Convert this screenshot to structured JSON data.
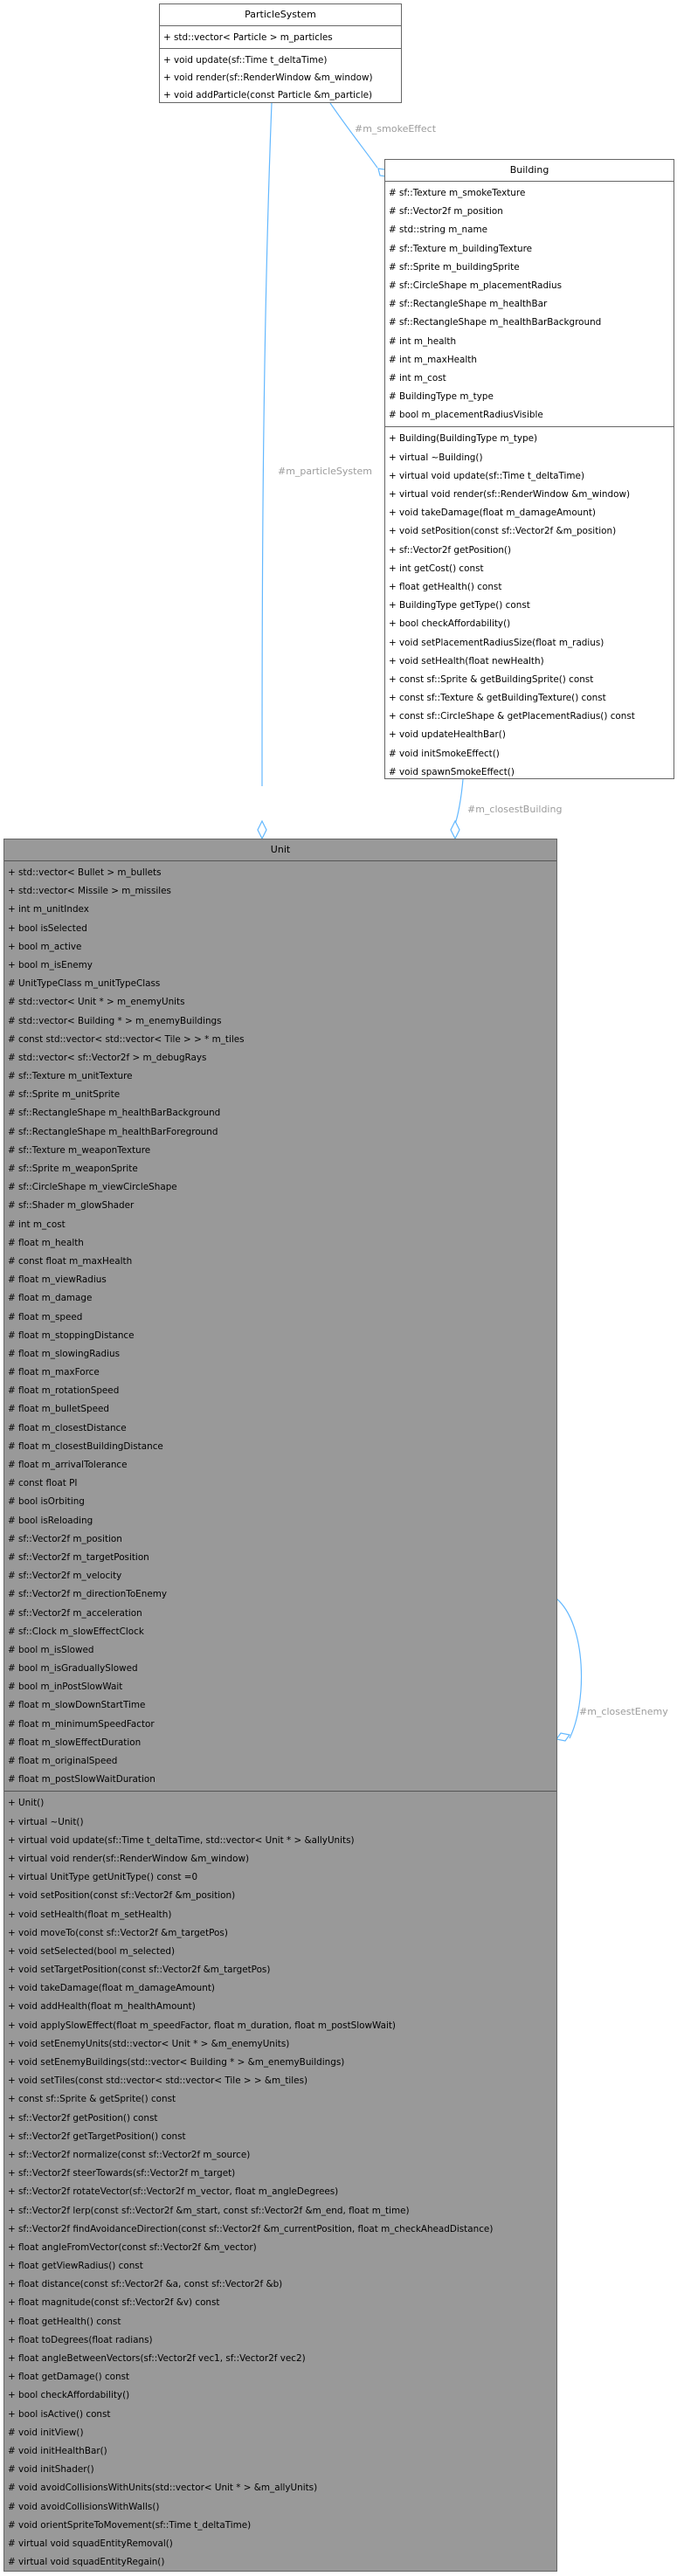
{
  "particle_system": {
    "name": "ParticleSystem",
    "attributes": [
      "+ std::vector< Particle > m_particles"
    ],
    "operations": [
      "+ void update(sf::Time t_deltaTime)",
      "+ void render(sf::RenderWindow &m_window)",
      "+ void addParticle(const Particle &m_particle)"
    ]
  },
  "building": {
    "name": "Building",
    "attributes": [
      "# sf::Texture m_smokeTexture",
      "# sf::Vector2f m_position",
      "# std::string m_name",
      "# sf::Texture m_buildingTexture",
      "# sf::Sprite m_buildingSprite",
      "# sf::CircleShape m_placementRadius",
      "# sf::RectangleShape m_healthBar",
      "# sf::RectangleShape m_healthBarBackground",
      "# int m_health",
      "# int m_maxHealth",
      "# int m_cost",
      "# BuildingType m_type",
      "# bool m_placementRadiusVisible"
    ],
    "operations": [
      "+ Building(BuildingType m_type)",
      "+ virtual ~Building()",
      "+ virtual void update(sf::Time t_deltaTime)",
      "+ virtual void render(sf::RenderWindow &m_window)",
      "+ void takeDamage(float m_damageAmount)",
      "+ void setPosition(const sf::Vector2f &m_position)",
      "+ sf::Vector2f getPosition()",
      "+ int getCost() const",
      "+ float getHealth() const",
      "+ BuildingType getType() const",
      "+ bool checkAffordability()",
      "+ void setPlacementRadiusSize(float m_radius)",
      "+ void setHealth(float newHealth)",
      "+ const sf::Sprite & getBuildingSprite() const",
      "+ const sf::Texture & getBuildingTexture() const",
      "+ const sf::CircleShape & getPlacementRadius() const",
      "+ void updateHealthBar()",
      "# void initSmokeEffect()",
      "# void spawnSmokeEffect()"
    ]
  },
  "unit": {
    "name": "Unit",
    "attributes": [
      "+ std::vector< Bullet > m_bullets",
      "+ std::vector< Missile > m_missiles",
      "+ int m_unitIndex",
      "+ bool isSelected",
      "+ bool m_active",
      "+ bool m_isEnemy",
      "# UnitTypeClass m_unitTypeClass",
      "# std::vector< Unit * > m_enemyUnits",
      "# std::vector< Building * > m_enemyBuildings",
      "# const std::vector< std::vector< Tile > > * m_tiles",
      "# std::vector< sf::Vector2f > m_debugRays",
      "# sf::Texture m_unitTexture",
      "# sf::Sprite m_unitSprite",
      "# sf::RectangleShape m_healthBarBackground",
      "# sf::RectangleShape m_healthBarForeground",
      "# sf::Texture m_weaponTexture",
      "# sf::Sprite m_weaponSprite",
      "# sf::CircleShape m_viewCircleShape",
      "# sf::Shader m_glowShader",
      "# int m_cost",
      "# float m_health",
      "# const float m_maxHealth",
      "# float m_viewRadius",
      "# float m_damage",
      "# float m_speed",
      "# float m_stoppingDistance",
      "# float m_slowingRadius",
      "# float m_maxForce",
      "# float m_rotationSpeed",
      "# float m_bulletSpeed",
      "# float m_closestDistance",
      "# float m_closestBuildingDistance",
      "# float m_arrivalTolerance",
      "# const float PI",
      "# bool isOrbiting",
      "# bool isReloading",
      "# sf::Vector2f m_position",
      "# sf::Vector2f m_targetPosition",
      "# sf::Vector2f m_velocity",
      "# sf::Vector2f m_directionToEnemy",
      "# sf::Vector2f m_acceleration",
      "# sf::Clock m_slowEffectClock",
      "# bool m_isSlowed",
      "# bool m_isGraduallySlowed",
      "# bool m_inPostSlowWait",
      "# float m_slowDownStartTime",
      "# float m_minimumSpeedFactor",
      "# float m_slowEffectDuration",
      "# float m_originalSpeed",
      "# float m_postSlowWaitDuration"
    ],
    "operations": [
      "+ Unit()",
      "+ virtual ~Unit()",
      "+ virtual void update(sf::Time t_deltaTime, std::vector< Unit * > &allyUnits)",
      "+ virtual void render(sf::RenderWindow &m_window)",
      "+ virtual UnitType getUnitType() const =0",
      "+ void setPosition(const sf::Vector2f &m_position)",
      "+ void setHealth(float m_setHealth)",
      "+ void moveTo(const sf::Vector2f &m_targetPos)",
      "+ void setSelected(bool m_selected)",
      "+ void setTargetPosition(const sf::Vector2f &m_targetPos)",
      "+ void takeDamage(float m_damageAmount)",
      "+ void addHealth(float m_healthAmount)",
      "+ void applySlowEffect(float m_speedFactor, float m_duration, float m_postSlowWait)",
      "+ void setEnemyUnits(std::vector< Unit * > &m_enemyUnits)",
      "+ void setEnemyBuildings(std::vector< Building * > &m_enemyBuildings)",
      "+ void setTiles(const std::vector< std::vector< Tile > > &m_tiles)",
      "+ const sf::Sprite & getSprite() const",
      "+ sf::Vector2f getPosition() const",
      "+ sf::Vector2f getTargetPosition() const",
      "+ sf::Vector2f normalize(const sf::Vector2f m_source)",
      "+ sf::Vector2f steerTowards(sf::Vector2f m_target)",
      "+ sf::Vector2f rotateVector(sf::Vector2f m_vector, float m_angleDegrees)",
      "+ sf::Vector2f lerp(const sf::Vector2f &m_start, const sf::Vector2f &m_end, float m_time)",
      "+ sf::Vector2f findAvoidanceDirection(const sf::Vector2f &m_currentPosition, float m_checkAheadDistance)",
      "+ float angleFromVector(const sf::Vector2f &m_vector)",
      "+ float getViewRadius() const",
      "+ float distance(const sf::Vector2f &a, const sf::Vector2f &b)",
      "+ float magnitude(const sf::Vector2f &v) const",
      "+ float getHealth() const",
      "+ float toDegrees(float radians)",
      "+ float angleBetweenVectors(sf::Vector2f vec1, sf::Vector2f vec2)",
      "+ float getDamage() const",
      "+ bool checkAffordability()",
      "+ bool isActive() const",
      "# void initView()",
      "# void initHealthBar()",
      "# void initShader()",
      "# void avoidCollisionsWithUnits(std::vector< Unit * > &m_allyUnits)",
      "# void avoidCollisionsWithWalls()",
      "# void orientSpriteToMovement(sf::Time t_deltaTime)",
      "# virtual void squadEntityRemoval()",
      "# virtual void squadEntityRegain()"
    ]
  },
  "edges": {
    "particle_system_to_unit": "#m_particleSystem",
    "particle_system_to_building": "#m_smokeEffect",
    "building_to_unit": "#m_closestBuilding",
    "unit_to_unit": "#m_closestEnemy"
  },
  "colors": {
    "edge": "#63b8ff",
    "edge_label": "#9c9c9c",
    "box_border": "#666666",
    "unit_fill": "#999999"
  }
}
